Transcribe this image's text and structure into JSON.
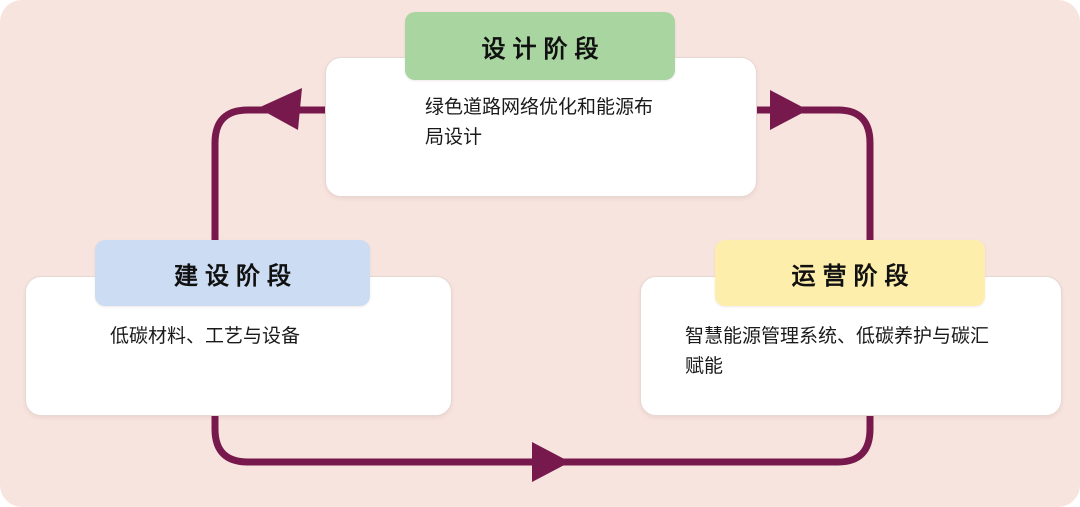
{
  "diagram": {
    "type": "cycle-diagram",
    "nodes": [
      {
        "id": "design",
        "title": "设计阶段",
        "description": "绿色道路网络优化和能源布局设计",
        "header_color": "#a8d5a0"
      },
      {
        "id": "construction",
        "title": "建设阶段",
        "description": "低碳材料、工艺与设备",
        "header_color": "#cbdcf3"
      },
      {
        "id": "operation",
        "title": "运营阶段",
        "description": "智慧能源管理系统、低碳养护与碳汇赋能",
        "header_color": "#fdeeab"
      }
    ],
    "colors": {
      "background": "#f8e4de",
      "arrow": "#77194d",
      "card": "#ffffff",
      "text": "#1a1a1a"
    }
  }
}
